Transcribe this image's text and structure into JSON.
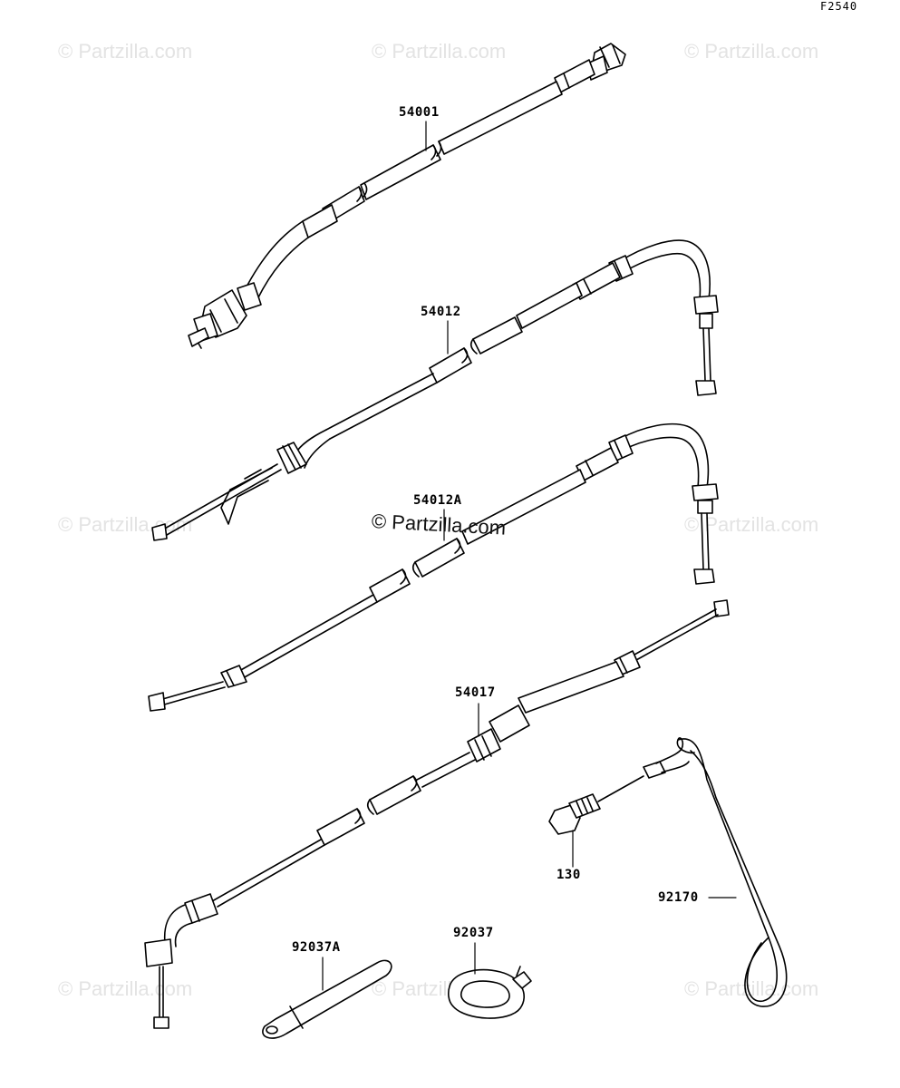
{
  "diagram": {
    "ref_code": "F2540",
    "watermark_text": "© Partzilla.com",
    "center_watermark_text": "© Partzilla.com",
    "labels": {
      "p54001": "54001",
      "p54012": "54012",
      "p54012A": "54012A",
      "p54017": "54017",
      "p130": "130",
      "p92170": "92170",
      "p92037A": "92037A",
      "p92037": "92037"
    },
    "colors": {
      "line": "#000000",
      "watermark": "#e3e3e3",
      "background": "#ffffff"
    }
  }
}
